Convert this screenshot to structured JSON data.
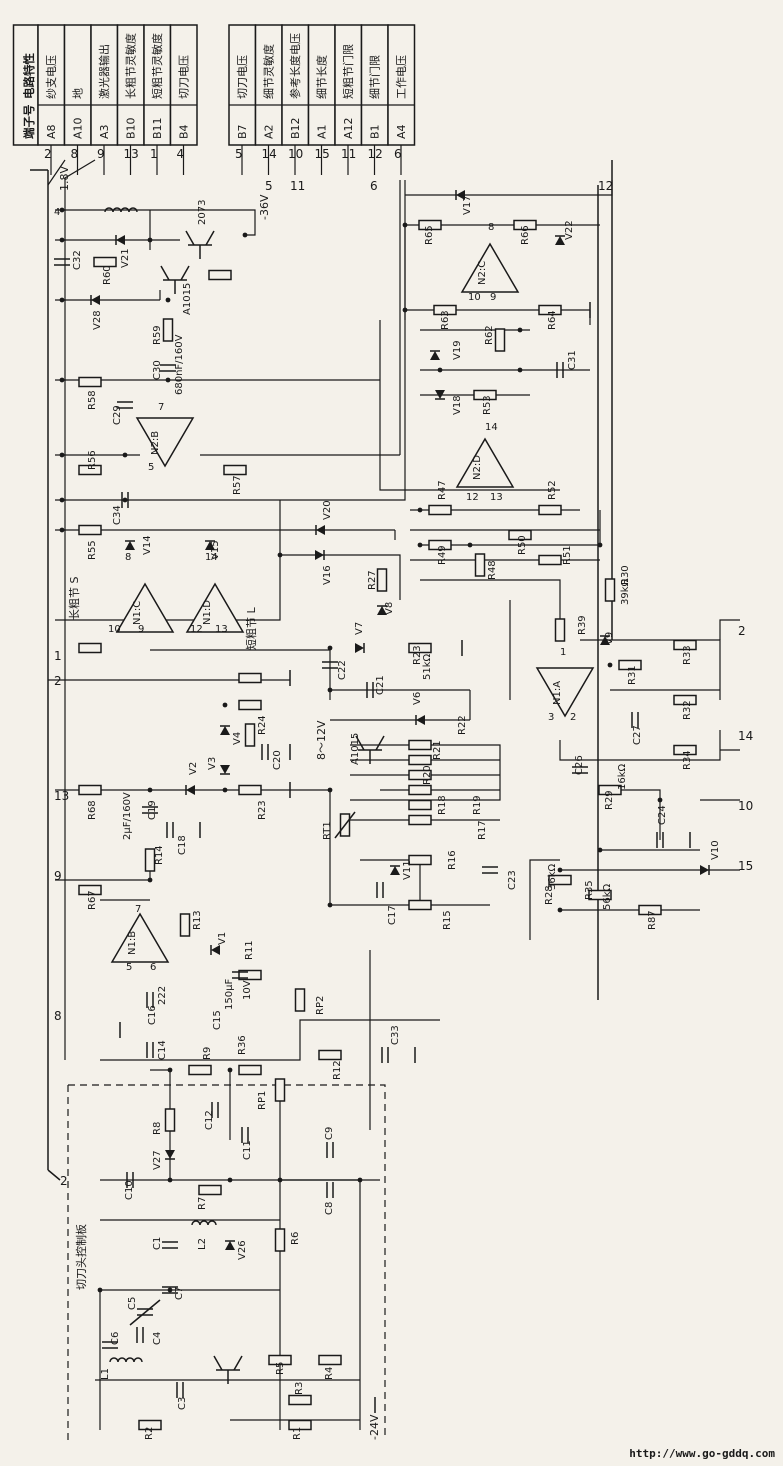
{
  "table": {
    "header_terminal": "端子号",
    "header_feature": "电路特性",
    "rows": [
      {
        "pin": "2",
        "terminal": "A8",
        "feature": "纱支电压"
      },
      {
        "pin": "8",
        "terminal": "A10",
        "feature": "地"
      },
      {
        "pin": "9",
        "terminal": "A3",
        "feature": "激光器输出"
      },
      {
        "pin": "13",
        "terminal": "B10",
        "feature": "长粗节灵敏度"
      },
      {
        "pin": "1",
        "terminal": "B11",
        "feature": "短粗节灵敏度"
      },
      {
        "pin": "4",
        "terminal": "B4",
        "feature": "切刀电压"
      },
      {
        "pin": "5",
        "terminal": "B7",
        "feature": "切刀电压"
      },
      {
        "pin": "14",
        "terminal": "A2",
        "feature": "细节灵敏度"
      },
      {
        "pin": "10",
        "terminal": "B12",
        "feature": "参考长度电压"
      },
      {
        "pin": "15",
        "terminal": "A1",
        "feature": "细节长度"
      },
      {
        "pin": "11",
        "terminal": "A12",
        "feature": "短粗节门限"
      },
      {
        "pin": "12",
        "terminal": "B1",
        "feature": "细节门限"
      },
      {
        "pin": "6",
        "terminal": "A4",
        "feature": "工作电压"
      }
    ]
  },
  "panel_label": "切刀头控制板",
  "supplies": {
    "neg18": "-1.8V",
    "neg36": "-36V",
    "neg24": "-24V",
    "range": "8～12V"
  },
  "section_labels": {
    "long_thick": "长粗节 S",
    "short_thick": "短粗节 L"
  },
  "opamps": {
    "n1a": "N1:A",
    "n1b": "N1:B",
    "n1c": "N1:C",
    "n1d": "N1:D",
    "n2b": "N2:B",
    "n2c": "N2:C",
    "n2d": "N2:D"
  },
  "transistors": {
    "t1": "2073",
    "t2": "A1015",
    "t3": "A1015"
  },
  "values": {
    "c30": "680nF/160V",
    "c19": "2μF/160V",
    "c15a": "150μF",
    "c15b": "10V",
    "c16": "222",
    "r23": "51kΩ",
    "r28": "36kΩ",
    "r35": "56kΩ",
    "r29": "16kΩ",
    "r30": "39kΩ"
  },
  "refs": {
    "c32": "C32",
    "v21": "V21",
    "r60": "R60",
    "v28": "V28",
    "r59": "R59",
    "c30": "C30",
    "r58": "R58",
    "c29": "C29",
    "r56": "R56",
    "r57": "R57",
    "c34": "C34",
    "r55": "R55",
    "v14": "V14",
    "v15": "V15",
    "v16": "V16",
    "v20": "V20",
    "r27": "R27",
    "v7": "V7",
    "v8": "V8",
    "c22": "C22",
    "c21": "C21",
    "r23": "R23",
    "v4": "V4",
    "v3": "V3",
    "v2": "V2",
    "r24": "R24",
    "c20": "C20",
    "r23b": "R23",
    "r68": "R68",
    "c19": "C19",
    "c18": "C18",
    "r14": "R14",
    "rt1": "RT1",
    "r18": "R18",
    "r19": "R19",
    "r20": "R20",
    "r21": "R21",
    "r22": "R22",
    "v6": "V6",
    "r17": "R17",
    "r16": "R16",
    "v11": "V11",
    "c17": "C17",
    "r15": "R15",
    "c23": "C23",
    "r67": "R67",
    "r13": "R13",
    "v1": "V1",
    "r11": "R11",
    "rp2": "RP2",
    "c15": "C15",
    "c16": "C16",
    "c14": "C14",
    "r9": "R9",
    "r36": "R36",
    "r12": "R12",
    "c33": "C33",
    "rp1": "RP1",
    "c12": "C12",
    "r8": "R8",
    "v27": "V27",
    "c11": "C11",
    "c9": "C9",
    "c10": "C10",
    "r7": "R7",
    "c8": "C8",
    "c1": "C1",
    "l2": "L2",
    "v26": "V26",
    "r6": "R6",
    "c7": "C7",
    "c5": "C5",
    "c4": "C4",
    "c6": "C6",
    "l1": "L1",
    "r4": "R4",
    "r5": "R5",
    "c3": "C3",
    "r3": "R3",
    "r2": "R2",
    "r1": "R1",
    "r65": "R65",
    "r66": "R66",
    "v17": "V17",
    "v22": "V22",
    "r63": "R63",
    "r64": "R64",
    "r62": "R62",
    "v19": "V19",
    "c31": "C31",
    "v18": "V18",
    "r53": "R53",
    "r47": "R47",
    "r52": "R52",
    "r49": "R49",
    "r50": "R50",
    "r51": "R51",
    "r48": "R48",
    "r39": "R39",
    "r30": "R30",
    "v9": "V9",
    "r31": "R31",
    "r33": "R33",
    "r32": "R32",
    "c27": "C27",
    "r34": "R34",
    "c26": "C26",
    "r29": "R29",
    "c24": "C24",
    "v10": "V10",
    "r28": "R28",
    "r35": "R35",
    "r87": "R87"
  },
  "pin_numbers": {
    "p4a": "4",
    "p5a": "5",
    "p7a": "7",
    "p8a": "8",
    "p10a": "10",
    "p9a": "9",
    "p14a": "14",
    "p12a": "12",
    "p13a": "13",
    "p7b": "7",
    "p5b": "5",
    "p6b": "6",
    "p8b": "8",
    "p10b": "10",
    "p9b": "9",
    "p14b": "14",
    "p12b": "12",
    "p13b": "13",
    "p1a": "1",
    "p3a": "3",
    "p2a": "2"
  },
  "conn": {
    "c2": "2",
    "c8": "8",
    "c9": "9",
    "c13": "13",
    "c1": "1",
    "c4": "4",
    "c5": "5",
    "c14": "14",
    "c10": "10",
    "c15": "15",
    "c11": "11",
    "c12": "12",
    "c6": "6",
    "s5": "5",
    "s11": "11",
    "s6": "6",
    "s12": "12",
    "l1": "1",
    "l2": "2",
    "l13": "13",
    "l9": "9",
    "l8": "8",
    "l2b": "2",
    "r2": "2",
    "r14": "14",
    "r10": "10",
    "r15": "15"
  },
  "watermark": "http://www.go-gddq.com"
}
